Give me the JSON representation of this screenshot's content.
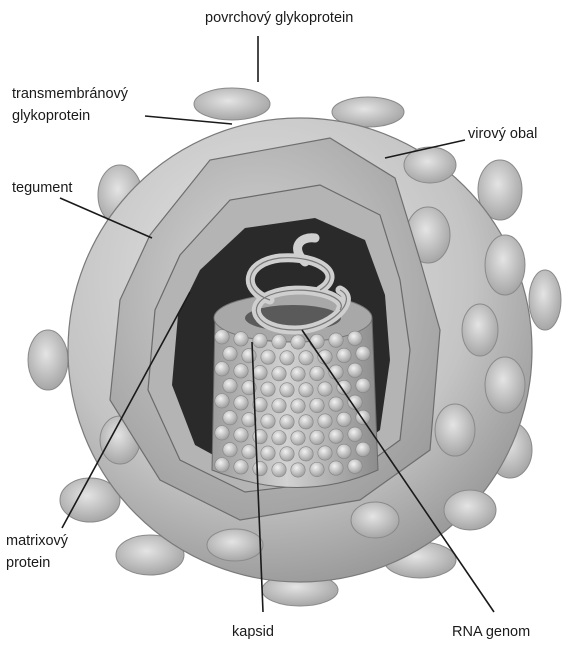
{
  "labels": {
    "surface_glycoprotein": "povrchový glykoprotein",
    "transmembrane_line1": "transmembránový",
    "transmembrane_line2": "glykoprotein",
    "viral_envelope": "virový obal",
    "tegument": "tegument",
    "matrix_line1": "matrixový",
    "matrix_line2": "protein",
    "capsid": "kapsid",
    "rna_genome": "RNA genom"
  },
  "colors": {
    "envelope": "#c9c9c9",
    "envelope_shade": "#8e8e8e",
    "interior": "#2a2a2a",
    "capsid": "#bdbdbd",
    "leader_line": "#1a1a1a"
  }
}
